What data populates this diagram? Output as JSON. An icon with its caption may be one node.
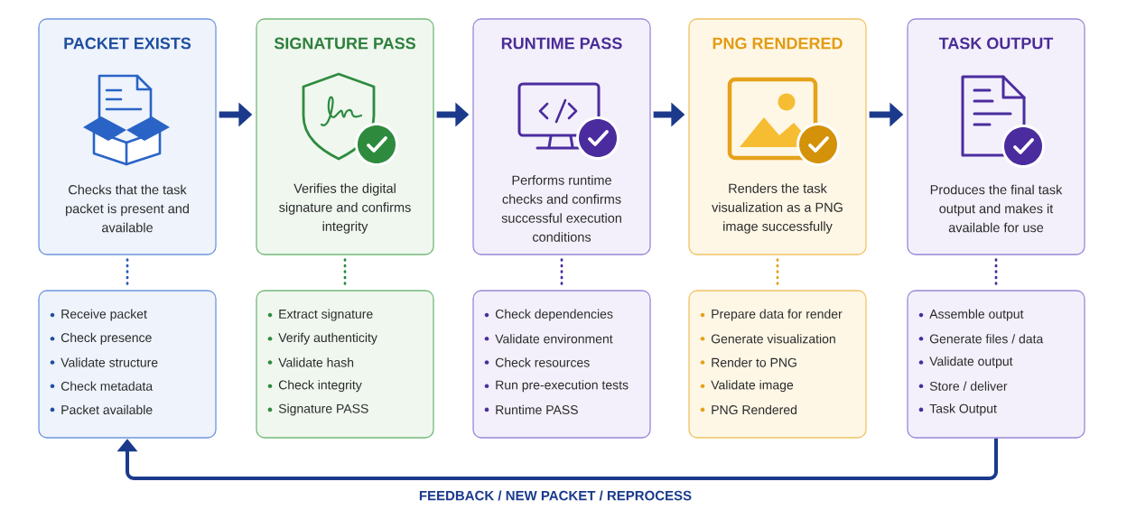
{
  "diagram": {
    "nodes": [
      {
        "text": [
          "PACKET EXISTS",
          "Checks that the task packet is present and available"
        ]
      },
      {
        "text": [
          "SIGNATURE PASS",
          "Verifies the digital signature and confirms integrity"
        ]
      },
      {
        "text": [
          "RUNTIME PASS",
          "Performs runtime checks and confirms successful execution conditions"
        ]
      },
      {
        "text": [
          "PNG RENDERED",
          "Renders the task visualization as a PNG image successfully"
        ]
      },
      {
        "text": [
          "TASK OUTPUT",
          "Produces the final task output and makes it available for use"
        ]
      },
      {
        "text": [
          "Receive packet",
          "Check presence",
          "Validate structure",
          "Check metadata",
          "Packet available"
        ]
      },
      {
        "text": [
          "Extract signature",
          "Verify authenticity",
          "Validate hash",
          "Check integrity",
          "Signature PASS"
        ]
      },
      {
        "text": [
          "Check dependencies",
          "Validate environment",
          "Check resources",
          "Run pre-execution tests",
          "Runtime PASS"
        ]
      },
      {
        "text": [
          "Prepare data for render",
          "Generate visualization",
          "Render to PNG",
          "Validate image",
          "PNG Rendered"
        ]
      },
      {
        "text": [
          "Assemble output",
          "Generate files / data",
          "Validate output",
          "Store / deliver",
          "Task Output"
        ]
      }
    ],
    "edges": [
      {
        "from": 0,
        "to": 1,
        "arrow": "to",
        "style": "thick"
      },
      {
        "from": 1,
        "to": 2,
        "arrow": "to",
        "style": "thick"
      },
      {
        "from": 2,
        "to": 3,
        "arrow": "to",
        "style": "thick"
      },
      {
        "from": 3,
        "to": 4,
        "arrow": "to",
        "style": "thick"
      },
      {
        "from": 0,
        "to": 5,
        "arrow": "none",
        "style": "dashed",
        "color": "#2a5db8"
      },
      {
        "from": 1,
        "to": 6,
        "arrow": "none",
        "style": "dashed",
        "color": "#2e8b3e"
      },
      {
        "from": 2,
        "to": 7,
        "arrow": "none",
        "style": "dashed",
        "color": "#4b2c9e"
      },
      {
        "from": 3,
        "to": 8,
        "arrow": "none",
        "style": "dashed",
        "color": "#e5a21a"
      },
      {
        "from": 4,
        "to": 9,
        "arrow": "none",
        "style": "dashed",
        "color": "#4b2c9e"
      },
      {
        "from": 9,
        "to": 5,
        "arrow": "to",
        "label": "FEEDBACK / NEW PACKET / REPROCESS"
      }
    ]
  }
}
